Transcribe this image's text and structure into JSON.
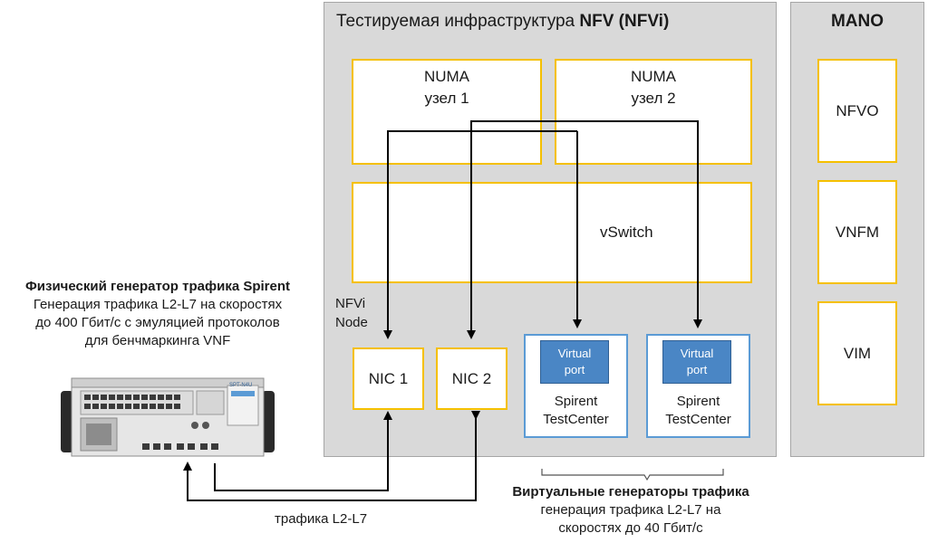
{
  "nfvi": {
    "title_prefix": "Тестируемая инфраструктура ",
    "title_bold": "NFV (NFVi)",
    "numa1_line1": "NUMA",
    "numa1_line2": "узел 1",
    "numa2_line1": "NUMA",
    "numa2_line2": "узел 2",
    "vswitch": "vSwitch",
    "node_line1": "NFVi",
    "node_line2": "Node",
    "nic1": "NIC 1",
    "nic2": "NIC 2",
    "tc1_port_line1": "Virtual",
    "tc1_port_line2": "port",
    "tc1_line1": "Spirent",
    "tc1_line2": "TestCenter",
    "tc2_port_line1": "Virtual",
    "tc2_port_line2": "port",
    "tc2_line1": "Spirent",
    "tc2_line2": "TestCenter"
  },
  "mano": {
    "title": "MANO",
    "items": [
      "NFVO",
      "VNFM",
      "VIM"
    ]
  },
  "physical": {
    "title": "Физический генератор трафика Spirent",
    "line1": "Генерация трафика L2-L7 на скоростях",
    "line2": "до 400 Гбит/с с эмуляцией протоколов",
    "line3": "для бенчмаркинга VNF",
    "device_label": "SPT-N4U"
  },
  "virtual_gen": {
    "title": "Виртуальные генераторы трафика",
    "line1": "генерация трафика L2-L7 на",
    "line2": "скоростях до 40 Гбит/с"
  },
  "link_label": "трафика L2-L7",
  "colors": {
    "panel": "#d9d9d9",
    "yellow_border": "#f5c000",
    "blue_border": "#5b9bd5",
    "port_fill": "#4a86c5"
  }
}
